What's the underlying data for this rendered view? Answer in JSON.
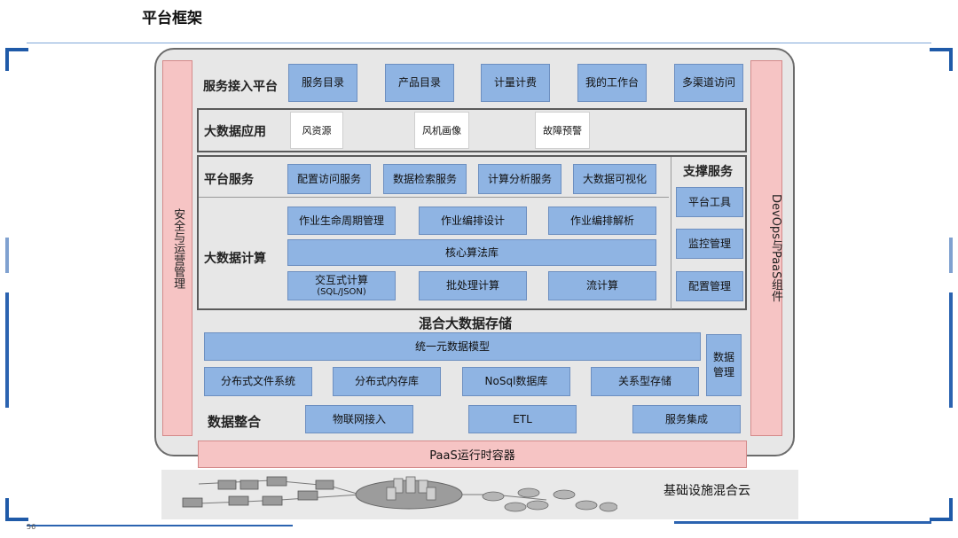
{
  "page_title": "平台框架",
  "page_number": "56",
  "left_bar": "安全与运营管理",
  "right_bar": "DevOps与PaaS组件",
  "access": {
    "label": "服务接入平台",
    "items": [
      "服务目录",
      "产品目录",
      "计量计费",
      "我的工作台",
      "多渠道访问"
    ]
  },
  "apps": {
    "label": "大数据应用",
    "items": [
      "风资源",
      "风机画像",
      "故障预警"
    ]
  },
  "platform": {
    "label": "平台服务",
    "items": [
      "配置访问服务",
      "数据检索服务",
      "计算分析服务",
      "大数据可视化"
    ]
  },
  "support": {
    "label": "支撑服务",
    "items": [
      "平台工具",
      "监控管理",
      "配置管理"
    ]
  },
  "compute": {
    "label": "大数据计算",
    "row1": [
      "作业生命周期管理",
      "作业编排设计",
      "作业编排解析"
    ],
    "core": "核心算法库",
    "interactive_line1": "交互式计算",
    "interactive_line2": "(SQL/JSON)",
    "row3": [
      "批处理计算",
      "流计算"
    ]
  },
  "storage": {
    "label": "混合大数据存储",
    "model": "统一元数据模型",
    "data_mgmt": "数据管理",
    "items": [
      "分布式文件系统",
      "分布式内存库",
      "NoSql数据库",
      "关系型存储"
    ]
  },
  "integration": {
    "label": "数据整合",
    "items": [
      "物联网接入",
      "ETL",
      "服务集成"
    ]
  },
  "paas": "PaaS运行时容器",
  "infra": "基础设施混合云",
  "colors": {
    "blue_box": "#8fb4e3",
    "pink_bar": "#f6c4c4",
    "frame_bg": "#e7e7e7"
  }
}
